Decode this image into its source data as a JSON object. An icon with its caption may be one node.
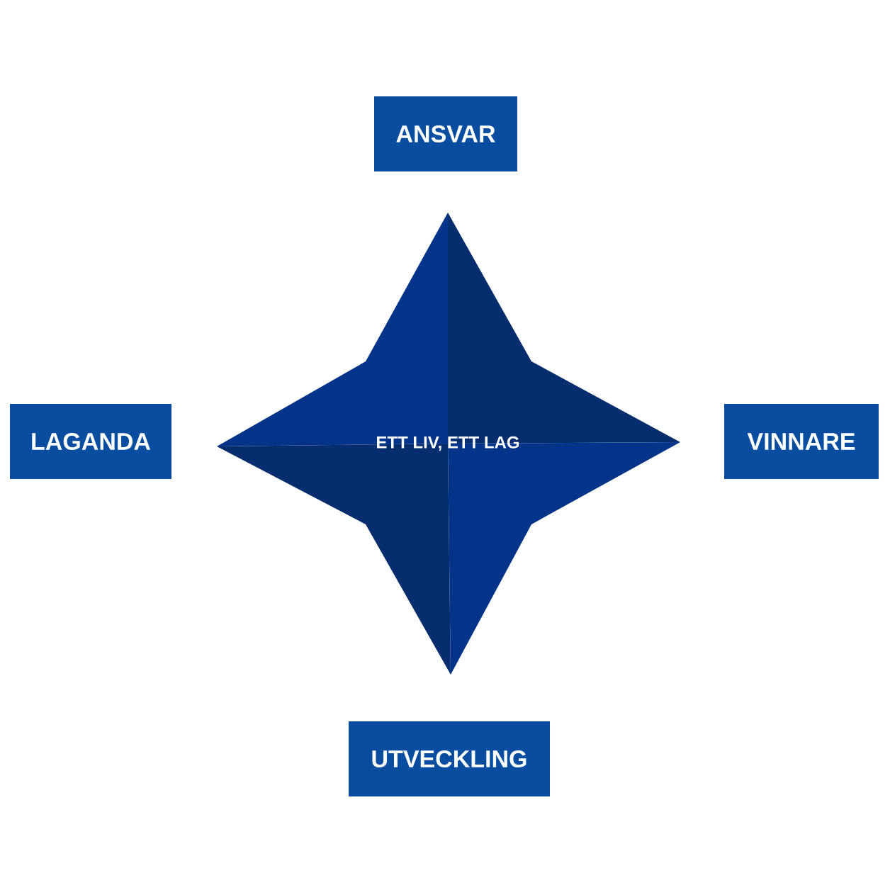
{
  "diagram": {
    "nodes": [
      {
        "text": [
          "ETT LIV, ETT LAG"
        ]
      },
      {
        "text": [
          "ANSVAR"
        ]
      },
      {
        "text": [
          "LAGANDA"
        ]
      },
      {
        "text": [
          "VINNARE"
        ]
      },
      {
        "text": [
          "UTVECKLING"
        ]
      }
    ]
  }
}
